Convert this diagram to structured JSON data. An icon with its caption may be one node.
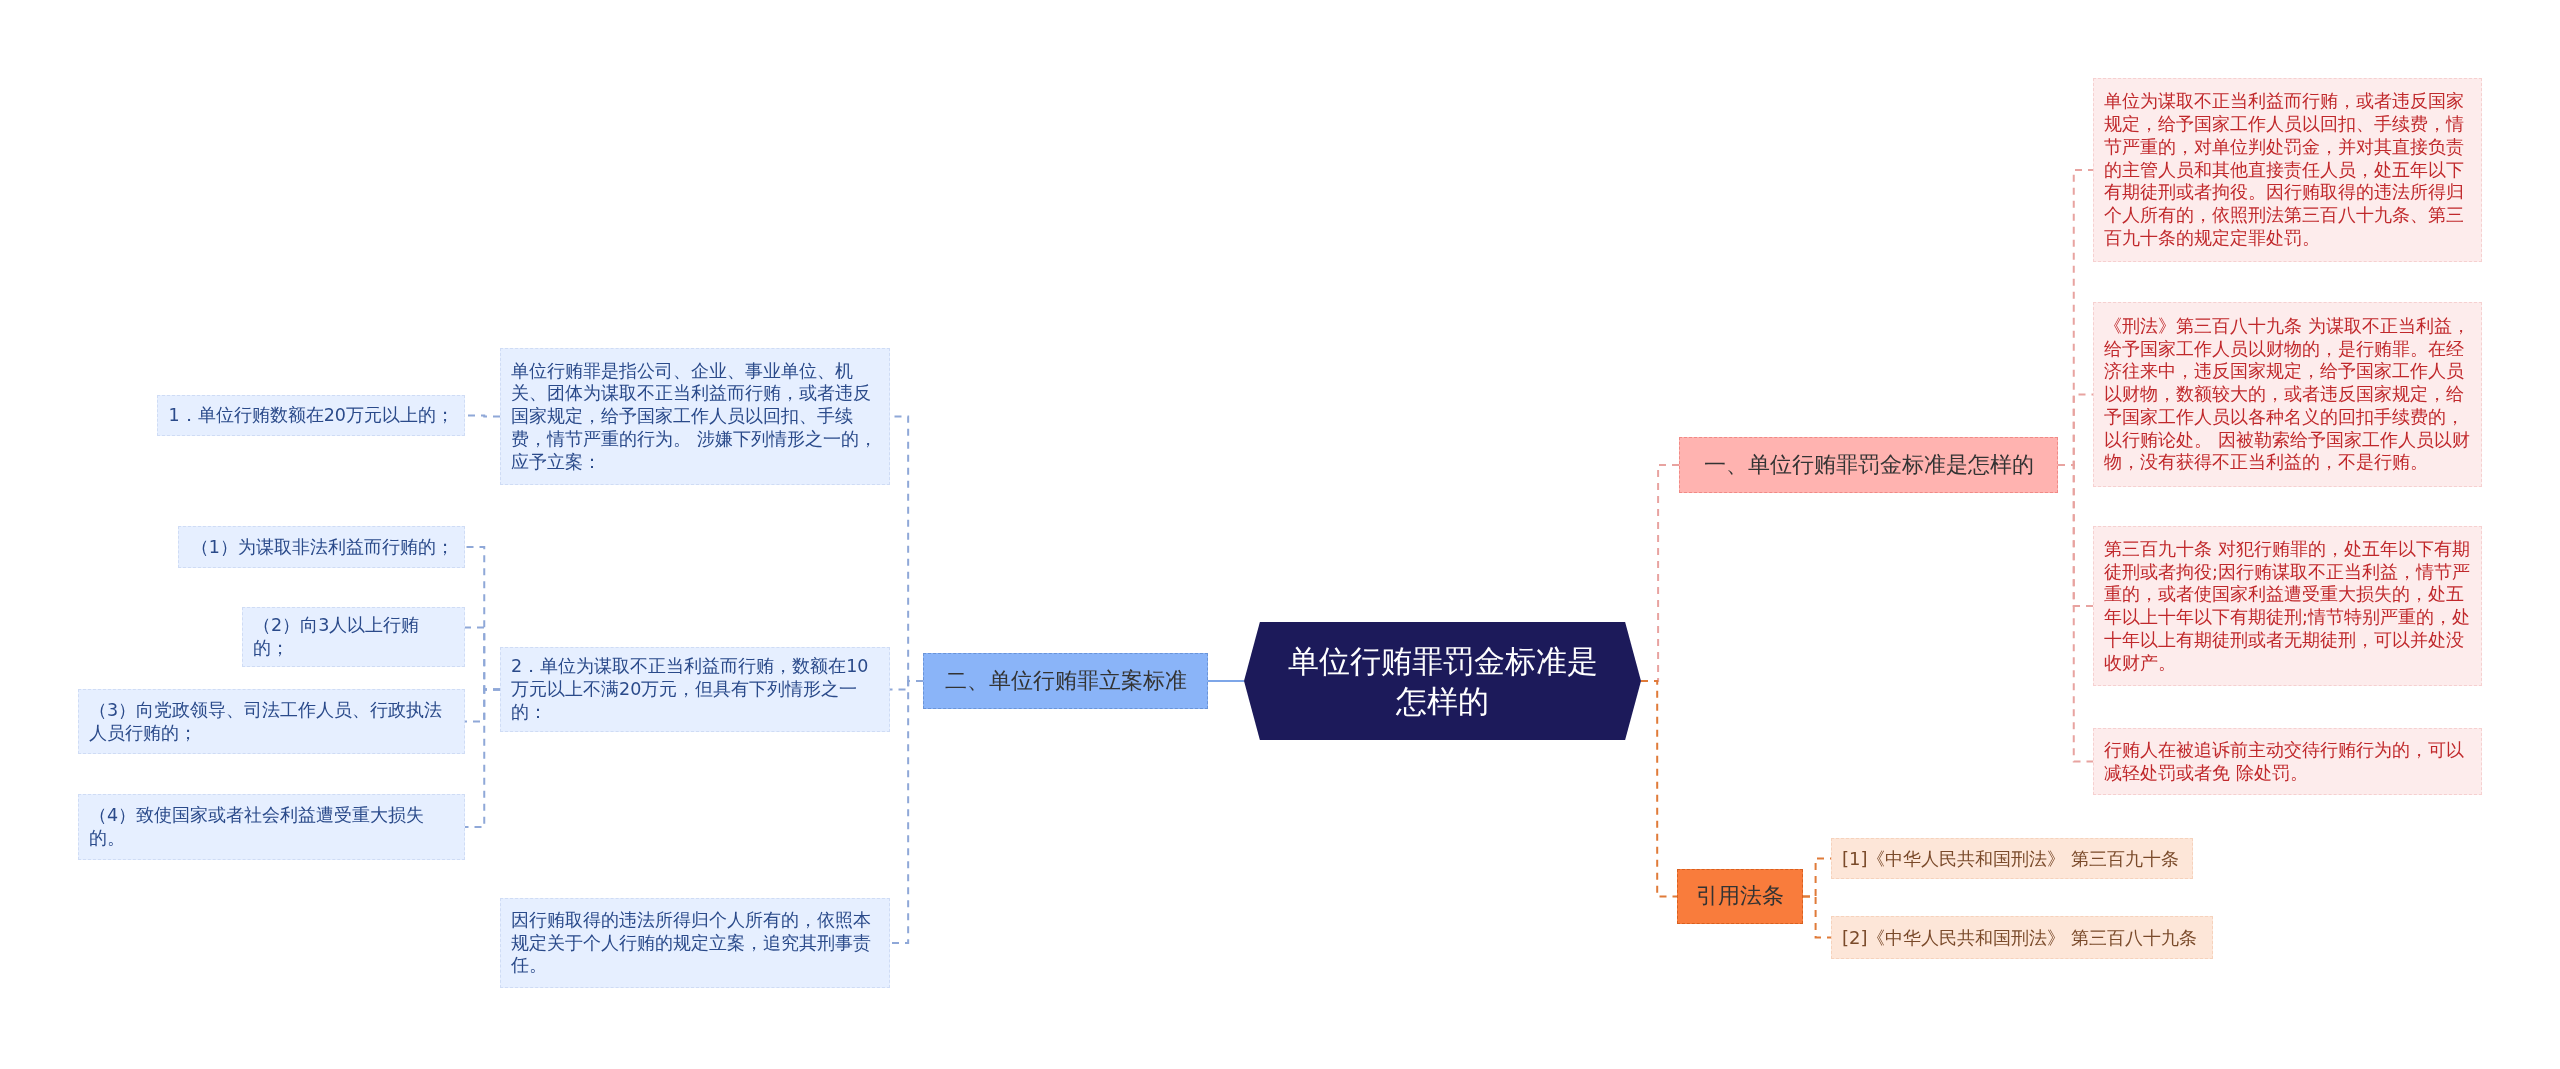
{
  "diagram": {
    "nodes": [
      {
        "text": [
          "单位行贿罪罚金标准是怎样的"
        ]
      },
      {
        "text": [
          "一、单位行贿罪罚金标准是怎样的"
        ]
      },
      {
        "text": [
          "单位为谋取不正当利益而行贿，或者违反国家规定，给予国家工作人员以回扣、手续费，情节严重的，对单位判处罚金，并对其直接负责的主管人员和其他直接责任人员，处五年以下有期徒刑或者拘役。因行贿取得的违法所得归个人所有的，依照刑法第三百八十九条、第三百九十条的规定定罪处罚。"
        ]
      },
      {
        "text": [
          "《刑法》第三百八十九条 为谋取不正当利益，给予国家工作人员以财物的，是行贿罪。在经济往来中，违反国家规定，给予国家工作人员以财物，数额较大的，或者违反国家规定，给予国家工作人员以各种名义的回扣手续费的，以行贿论处。 因被勒索给予国家工作人员以财物，没有获得不正当利益的，不是行贿。"
        ]
      },
      {
        "text": [
          "第三百九十条 对犯行贿罪的，处五年以下有期徒刑或者拘役;因行贿谋取不正当利益，情节严重的，或者使国家利益遭受重大损失的，处五年以上十年以下有期徒刑;情节特别严重的，处十年以上有期徒刑或者无期徒刑，可以并处没收财产。"
        ]
      },
      {
        "text": [
          "行贿人在被追诉前主动交待行贿行为的，可以减轻处罚或者免 除处罚。"
        ]
      },
      {
        "text": [
          "引用法条"
        ]
      },
      {
        "text": [
          "[1]《中华人民共和国刑法》 第三百九十条"
        ]
      },
      {
        "text": [
          "[2]《中华人民共和国刑法》 第三百八十九条"
        ]
      },
      {
        "text": [
          "二、单位行贿罪立案标准"
        ]
      },
      {
        "text": [
          "单位行贿罪是指公司、企业、事业单位、机关、团体为谋取不正当利益而行贿，或者违反国家规定，给予国家工作人员以回扣、手续费，情节严重的行为。 涉嫌下列情形之一的，应予立案："
        ]
      },
      {
        "text": [
          "2．单位为谋取不正当利益而行贿，数额在10万元以上不满20万元，但具有下列情形之一的："
        ]
      },
      {
        "text": [
          "因行贿取得的违法所得归个人所有的，依照本规定关于个人行贿的规定立案，追究其刑事责任。"
        ]
      },
      {
        "text": [
          "1．单位行贿数额在20万元以上的；"
        ]
      },
      {
        "text": [
          "（1）为谋取非法利益而行贿的；"
        ]
      },
      {
        "text": [
          "（2）向3人以上行贿的；"
        ]
      },
      {
        "text": [
          "（3）向党政领导、司法工作人员、行政执法人员行贿的；"
        ]
      },
      {
        "text": [
          "（4）致使国家或者社会利益遭受重大损失的。"
        ]
      }
    ],
    "edges": [
      {
        "from": 0,
        "to": 1,
        "arrow": "none",
        "style": "dashed",
        "color": "#e8a3a0"
      },
      {
        "from": 0,
        "to": 6,
        "arrow": "none",
        "style": "dashed",
        "color": "#e07b39"
      },
      {
        "from": 0,
        "to": 9,
        "arrow": "none",
        "color": "#7ea6e8"
      },
      {
        "from": 1,
        "to": 2,
        "arrow": "none",
        "style": "dashed",
        "color": "#e8a3a0"
      },
      {
        "from": 1,
        "to": 3,
        "arrow": "none",
        "style": "dashed",
        "color": "#e8a3a0"
      },
      {
        "from": 1,
        "to": 4,
        "arrow": "none",
        "style": "dashed",
        "color": "#e8a3a0"
      },
      {
        "from": 1,
        "to": 5,
        "arrow": "none",
        "style": "dashed",
        "color": "#e8a3a0"
      },
      {
        "from": 6,
        "to": 7,
        "arrow": "none",
        "style": "dashed",
        "color": "#e07b39"
      },
      {
        "from": 6,
        "to": 8,
        "arrow": "none",
        "style": "dashed",
        "color": "#e07b39"
      },
      {
        "from": 9,
        "to": 10,
        "arrow": "none",
        "style": "dashed",
        "color": "#8fa8d8"
      },
      {
        "from": 9,
        "to": 11,
        "arrow": "none",
        "style": "dashed",
        "color": "#8fa8d8"
      },
      {
        "from": 9,
        "to": 12,
        "arrow": "none",
        "style": "dashed",
        "color": "#8fa8d8"
      },
      {
        "from": 10,
        "to": 13,
        "arrow": "none",
        "style": "dashed",
        "color": "#8fa8d8"
      },
      {
        "from": 11,
        "to": 14,
        "arrow": "none",
        "style": "dashed",
        "color": "#8fa8d8"
      },
      {
        "from": 11,
        "to": 15,
        "arrow": "none",
        "style": "dashed",
        "color": "#8fa8d8"
      },
      {
        "from": 11,
        "to": 16,
        "arrow": "none",
        "style": "dashed",
        "color": "#8fa8d8"
      },
      {
        "from": 11,
        "to": 17,
        "arrow": "none",
        "style": "dashed",
        "color": "#8fa8d8"
      }
    ]
  }
}
